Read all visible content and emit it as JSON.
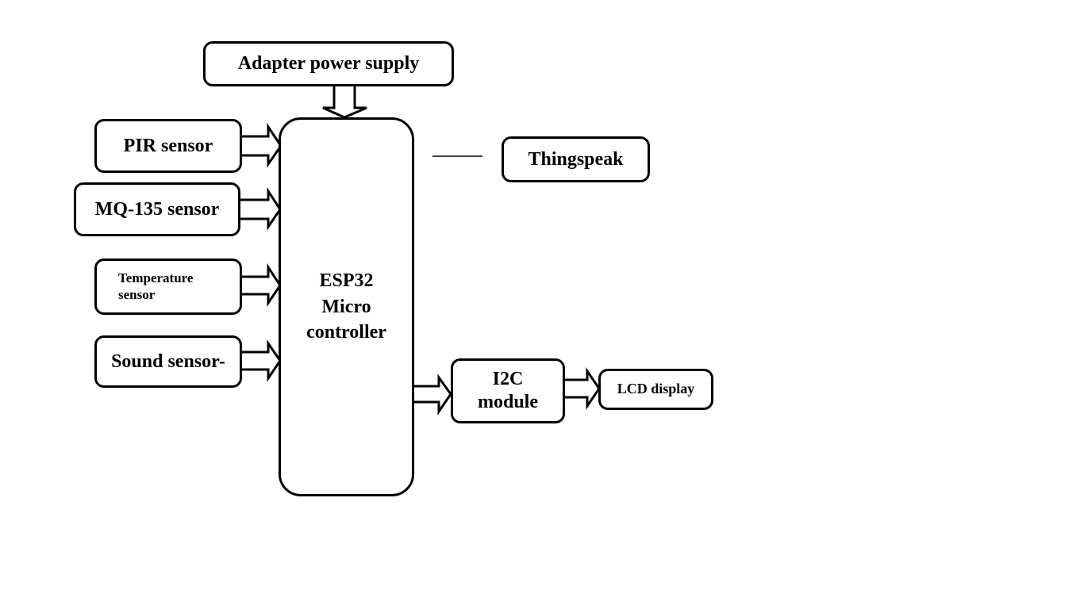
{
  "diagram": {
    "type": "block-diagram",
    "blocks": {
      "power": {
        "label": "Adapter power supply"
      },
      "pir": {
        "label": "PIR sensor"
      },
      "mq135": {
        "label": "MQ-135 sensor"
      },
      "temperature": {
        "label_line1": "Temperature",
        "label_line2": "sensor"
      },
      "sound": {
        "label": "Sound sensor-"
      },
      "mcu": {
        "line1": "ESP32",
        "line2": "Micro",
        "line3": "controller"
      },
      "thingspeak": {
        "label": "Thingspeak"
      },
      "i2c": {
        "line1": "I2C",
        "line2": "module"
      },
      "lcd": {
        "label": "LCD display"
      }
    },
    "connections": [
      {
        "from": "Adapter power supply",
        "to": "ESP32 Micro controller",
        "style": "block-arrow"
      },
      {
        "from": "PIR sensor",
        "to": "ESP32 Micro controller",
        "style": "block-arrow"
      },
      {
        "from": "MQ-135 sensor",
        "to": "ESP32 Micro controller",
        "style": "block-arrow"
      },
      {
        "from": "Temperature sensor",
        "to": "ESP32 Micro controller",
        "style": "block-arrow"
      },
      {
        "from": "Sound sensor-",
        "to": "ESP32 Micro controller",
        "style": "block-arrow"
      },
      {
        "from": "ESP32 Micro controller",
        "to": "Thingspeak",
        "style": "line"
      },
      {
        "from": "ESP32 Micro controller",
        "to": "I2C module",
        "style": "block-arrow"
      },
      {
        "from": "I2C module",
        "to": "LCD display",
        "style": "block-arrow"
      }
    ]
  }
}
